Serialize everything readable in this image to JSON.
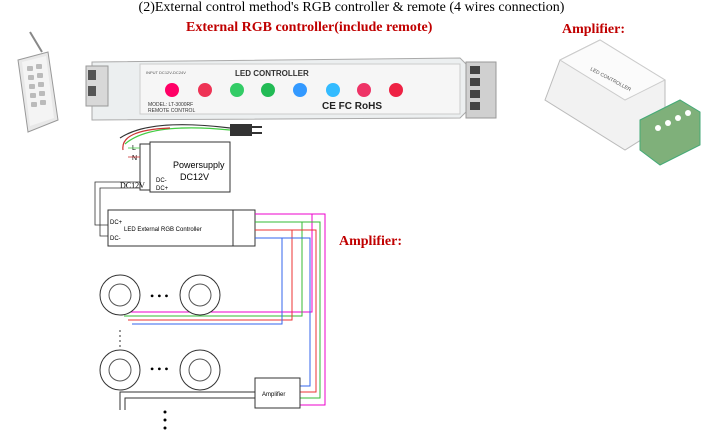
{
  "header": {
    "title": "(2)External control method's RGB controller & remote (4 wires connection)"
  },
  "labels": {
    "controller": "External RGB controller(include remote)",
    "amplifier_photo": "Amplifier:",
    "amplifier_diagram": "Amplifier:"
  },
  "controller_photo": {
    "input_text": "INPUT DC12V-DC24V",
    "name": "LED CONTROLLER",
    "model": "MODEL: LT-3000RF",
    "sub": "REMOTE CONTROL",
    "marks": "CE FC RoHS"
  },
  "amplifier_photo_text": "LED CONTROLLER",
  "wiring": {
    "power_supply": "Powersupply DC12V",
    "l_label": "L",
    "n_label": "N",
    "dc12v": "DC12V",
    "dc_minus": "DC-",
    "dc_plus": "DC+",
    "controller_box": "LED External RGB Controller",
    "ctrl_in_plus": "DC+",
    "ctrl_in_minus": "DC-",
    "amp_box": "Amplifier",
    "ellipsis_1": "• • •",
    "ellipsis_2": "• • •"
  }
}
